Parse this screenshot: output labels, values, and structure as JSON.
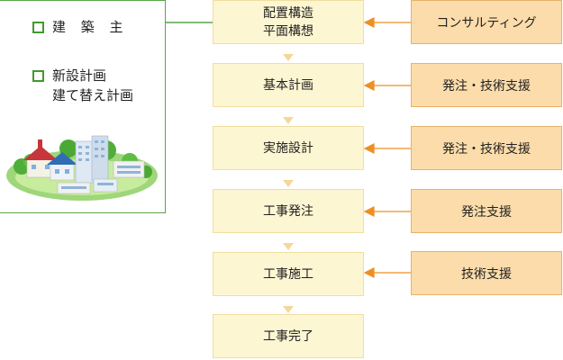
{
  "owner": {
    "title": "建 築 主",
    "plan_line1": "新設計画",
    "plan_line2": "建て替え計画"
  },
  "steps": [
    {
      "line1": "配置構造",
      "line2": "平面構想"
    },
    {
      "line1": "基本計画",
      "line2": ""
    },
    {
      "line1": "実施設計",
      "line2": ""
    },
    {
      "line1": "工事発注",
      "line2": ""
    },
    {
      "line1": "工事施工",
      "line2": ""
    },
    {
      "line1": "工事完了",
      "line2": ""
    }
  ],
  "supports": [
    "コンサルティング",
    "発注・技術支援",
    "発注・技術支援",
    "発注支援",
    "技術支援"
  ],
  "colors": {
    "owner_border": "#5aa548",
    "step_fill": "#fdf6d2",
    "support_fill": "#fcdcaa",
    "arrow": "#ee8f22",
    "down_arrow": "#f6d79a"
  }
}
